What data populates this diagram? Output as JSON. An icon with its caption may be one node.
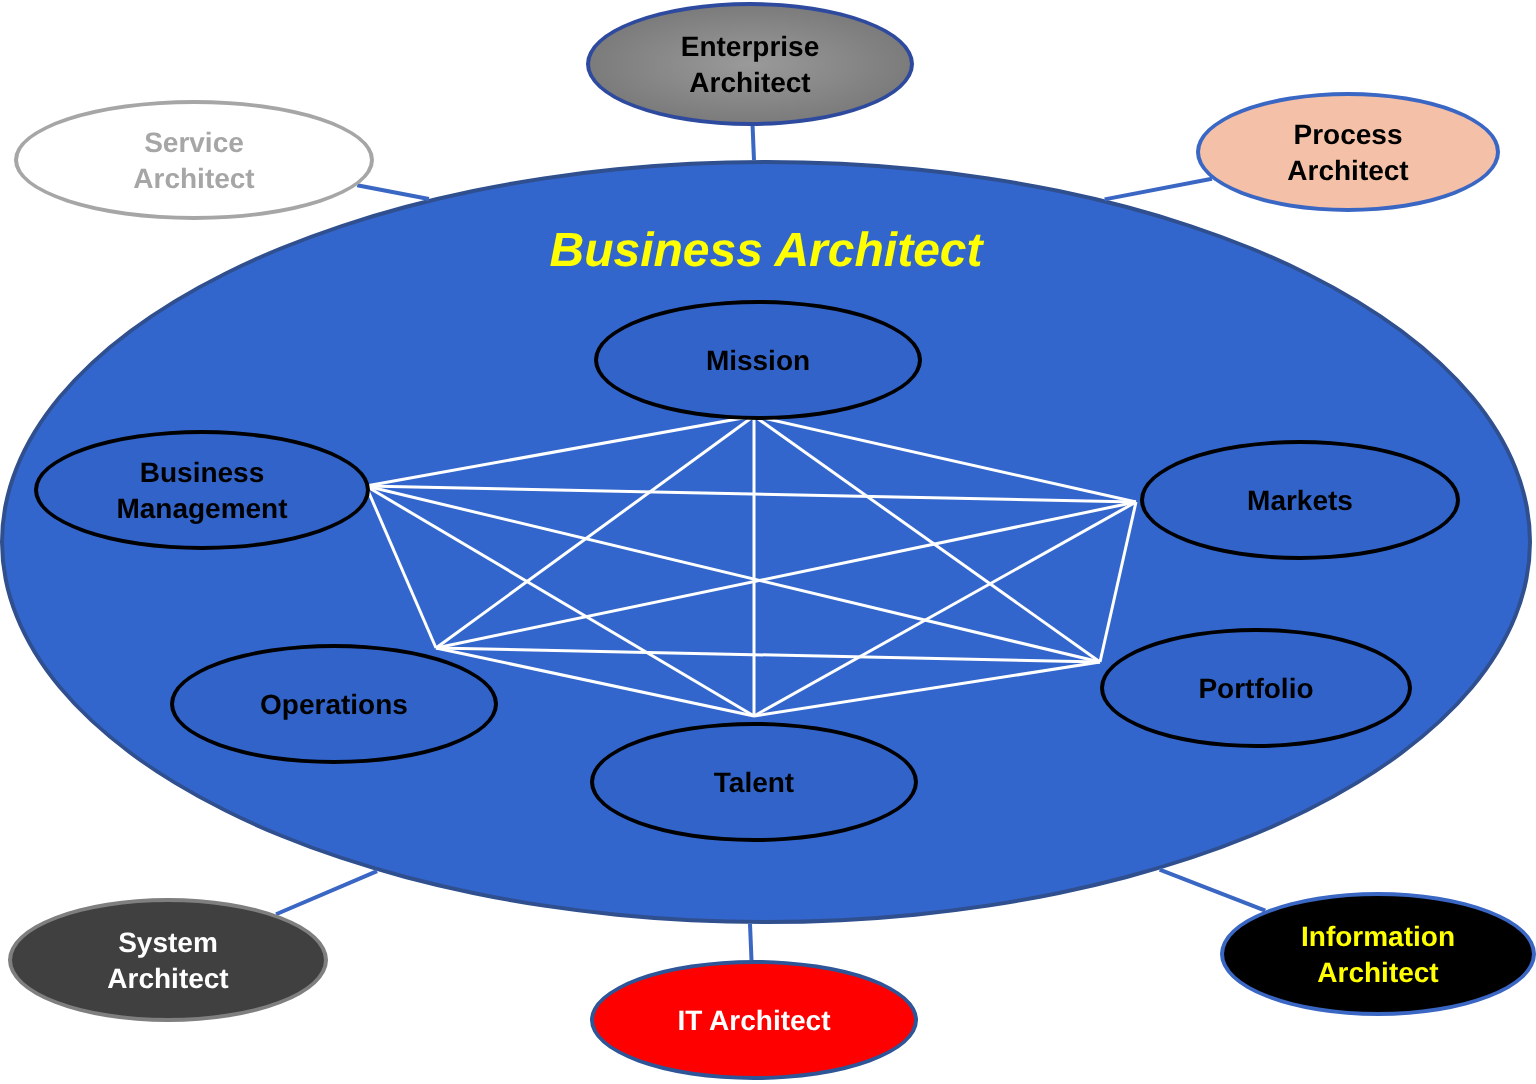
{
  "diagram": {
    "nodes": [
      {
        "text": [
          "Enterprise Architect"
        ]
      },
      {
        "text": [
          "Service Architect"
        ]
      },
      {
        "text": [
          "Process Architect"
        ]
      },
      {
        "text": [
          "Business Architect"
        ]
      },
      {
        "text": [
          "Mission"
        ],
        "in": 3
      },
      {
        "text": [
          "Business Management"
        ],
        "in": 3
      },
      {
        "text": [
          "Markets"
        ],
        "in": 3
      },
      {
        "text": [
          "Operations"
        ],
        "in": 3
      },
      {
        "text": [
          "Portfolio"
        ],
        "in": 3
      },
      {
        "text": [
          "Talent"
        ],
        "in": 3
      },
      {
        "text": [
          "System Architect"
        ]
      },
      {
        "text": [
          "IT Architect"
        ]
      },
      {
        "text": [
          "Information Architect"
        ]
      }
    ],
    "edges": [
      {
        "from": 0,
        "to": 3,
        "arrow": "none",
        "color": "#3a66c4"
      },
      {
        "from": 1,
        "to": 3,
        "arrow": "none",
        "color": "#3a66c4"
      },
      {
        "from": 2,
        "to": 3,
        "arrow": "none",
        "color": "#3a66c4"
      },
      {
        "from": 4,
        "to": 5,
        "arrow": "none"
      },
      {
        "from": 4,
        "to": 6,
        "arrow": "none"
      },
      {
        "from": 4,
        "to": 7,
        "arrow": "none"
      },
      {
        "from": 4,
        "to": 8,
        "arrow": "none"
      },
      {
        "from": 4,
        "to": 9,
        "arrow": "none"
      },
      {
        "from": 5,
        "to": 6,
        "arrow": "none"
      },
      {
        "from": 5,
        "to": 7,
        "arrow": "none"
      },
      {
        "from": 5,
        "to": 8,
        "arrow": "none"
      },
      {
        "from": 5,
        "to": 9,
        "arrow": "none"
      },
      {
        "from": 6,
        "to": 7,
        "arrow": "none"
      },
      {
        "from": 6,
        "to": 8,
        "arrow": "none"
      },
      {
        "from": 6,
        "to": 9,
        "arrow": "none"
      },
      {
        "from": 7,
        "to": 8,
        "arrow": "none"
      },
      {
        "from": 7,
        "to": 9,
        "arrow": "none"
      },
      {
        "from": 8,
        "to": 9,
        "arrow": "none"
      },
      {
        "from": 10,
        "to": 3,
        "arrow": "none",
        "color": "#3a66c4"
      },
      {
        "from": 11,
        "to": 3,
        "arrow": "none",
        "color": "#3a66c4"
      },
      {
        "from": 12,
        "to": 3,
        "arrow": "none",
        "color": "#3a66c4"
      }
    ]
  }
}
